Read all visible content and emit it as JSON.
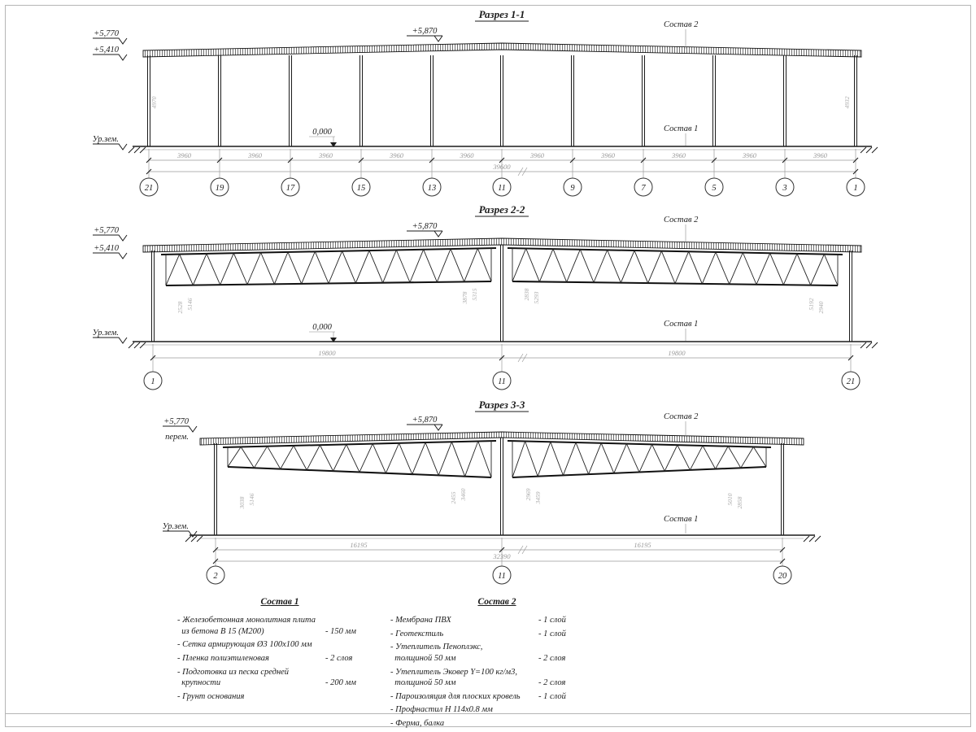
{
  "s1": {
    "title": "Разрез 1-1",
    "elev_top": "+5,770",
    "elev_low": "+5,410",
    "elev_ridge": "+5,870",
    "ground": "Ур.зем.",
    "zero": "0,000",
    "comp2": "Состав 2",
    "comp1": "Состав 1",
    "bay": "3960",
    "total": "39600",
    "h_left": "4970",
    "h_right": "4932",
    "axes": [
      "21",
      "19",
      "17",
      "15",
      "13",
      "11",
      "9",
      "7",
      "5",
      "3",
      "1"
    ]
  },
  "s2": {
    "title": "Разрез 2-2",
    "elev_top": "+5,770",
    "elev_low": "+5,410",
    "elev_ridge": "+5,870",
    "ground": "Ур.зем.",
    "zero": "0,000",
    "comp2": "Состав 2",
    "comp1": "Состав 1",
    "span_left": "19800",
    "span_right": "19800",
    "axes": [
      "1",
      "11",
      "21"
    ],
    "vdims": [
      "2528",
      "5146",
      "3878",
      "5315",
      "2838",
      "5293",
      "5192",
      "2940"
    ]
  },
  "s3": {
    "title": "Разрез 3-3",
    "elev_top": "+5,770",
    "elev_note": "перем.",
    "elev_ridge": "+5,870",
    "ground": "Ур.зем.",
    "comp2": "Состав 2",
    "comp1": "Состав 1",
    "span_left": "16195",
    "span_right": "16195",
    "total": "32390",
    "axes": [
      "2",
      "11",
      "20"
    ],
    "vdims": [
      "3038",
      "5146",
      "2455",
      "3460",
      "2969",
      "3459",
      "5010",
      "2858"
    ]
  },
  "legend1": {
    "title": "Состав 1",
    "items": [
      {
        "text": "- Железобетонная монолитная плита\n  из бетона В 15 (М200)",
        "value": "- 150 мм"
      },
      {
        "text": "- Сетка армирующая Ø3 100х100 мм",
        "value": ""
      },
      {
        "text": "- Пленка полиэтиленовая",
        "value": "- 2 слоя"
      },
      {
        "text": "- Подготовка из песка средней\n  крупности",
        "value": "- 200 мм"
      },
      {
        "text": "- Грунт основания",
        "value": ""
      }
    ]
  },
  "legend2": {
    "title": "Состав 2",
    "items": [
      {
        "text": "- Мембрана ПВХ",
        "value": "- 1 слой"
      },
      {
        "text": "- Геотекстиль",
        "value": "- 1 слой"
      },
      {
        "text": "- Утеплитель Пеноплэкс,\n  толщиной 50 мм",
        "value": "- 2 слоя"
      },
      {
        "text": "- Утеплитель Эковер Y=100 кг/м3,\n  толщиной 50 мм",
        "value": "- 2 слоя"
      },
      {
        "text": "- Пароизоляция для плоских кровель",
        "value": "- 1 слой"
      },
      {
        "text": "- Профнастил Н 114х0.8 мм",
        "value": ""
      },
      {
        "text": "- Ферма, балка",
        "value": ""
      }
    ]
  }
}
